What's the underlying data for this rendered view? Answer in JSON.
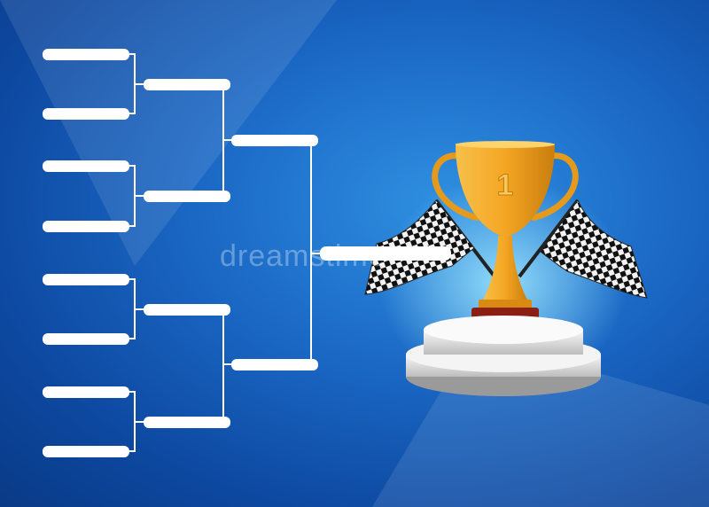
{
  "bracket": {
    "round_1_slots": 8,
    "round_2_slots": 4,
    "round_3_slots": 2,
    "final_slots": 1,
    "slot_labels": []
  },
  "trophy": {
    "place_label": "1",
    "colors": {
      "gold": "#f4a623",
      "gold_dark": "#c97d0e",
      "flag_dark": "#111111",
      "flag_light": "#f2f2f2",
      "podium": "#e9e9e9"
    }
  },
  "watermark": {
    "text": "dreamstime"
  },
  "background": {
    "color_center": "#2f8fe0",
    "color_edge": "#093a86"
  },
  "icons": [
    "trophy-icon",
    "checkered-flag-icon",
    "podium-icon"
  ]
}
